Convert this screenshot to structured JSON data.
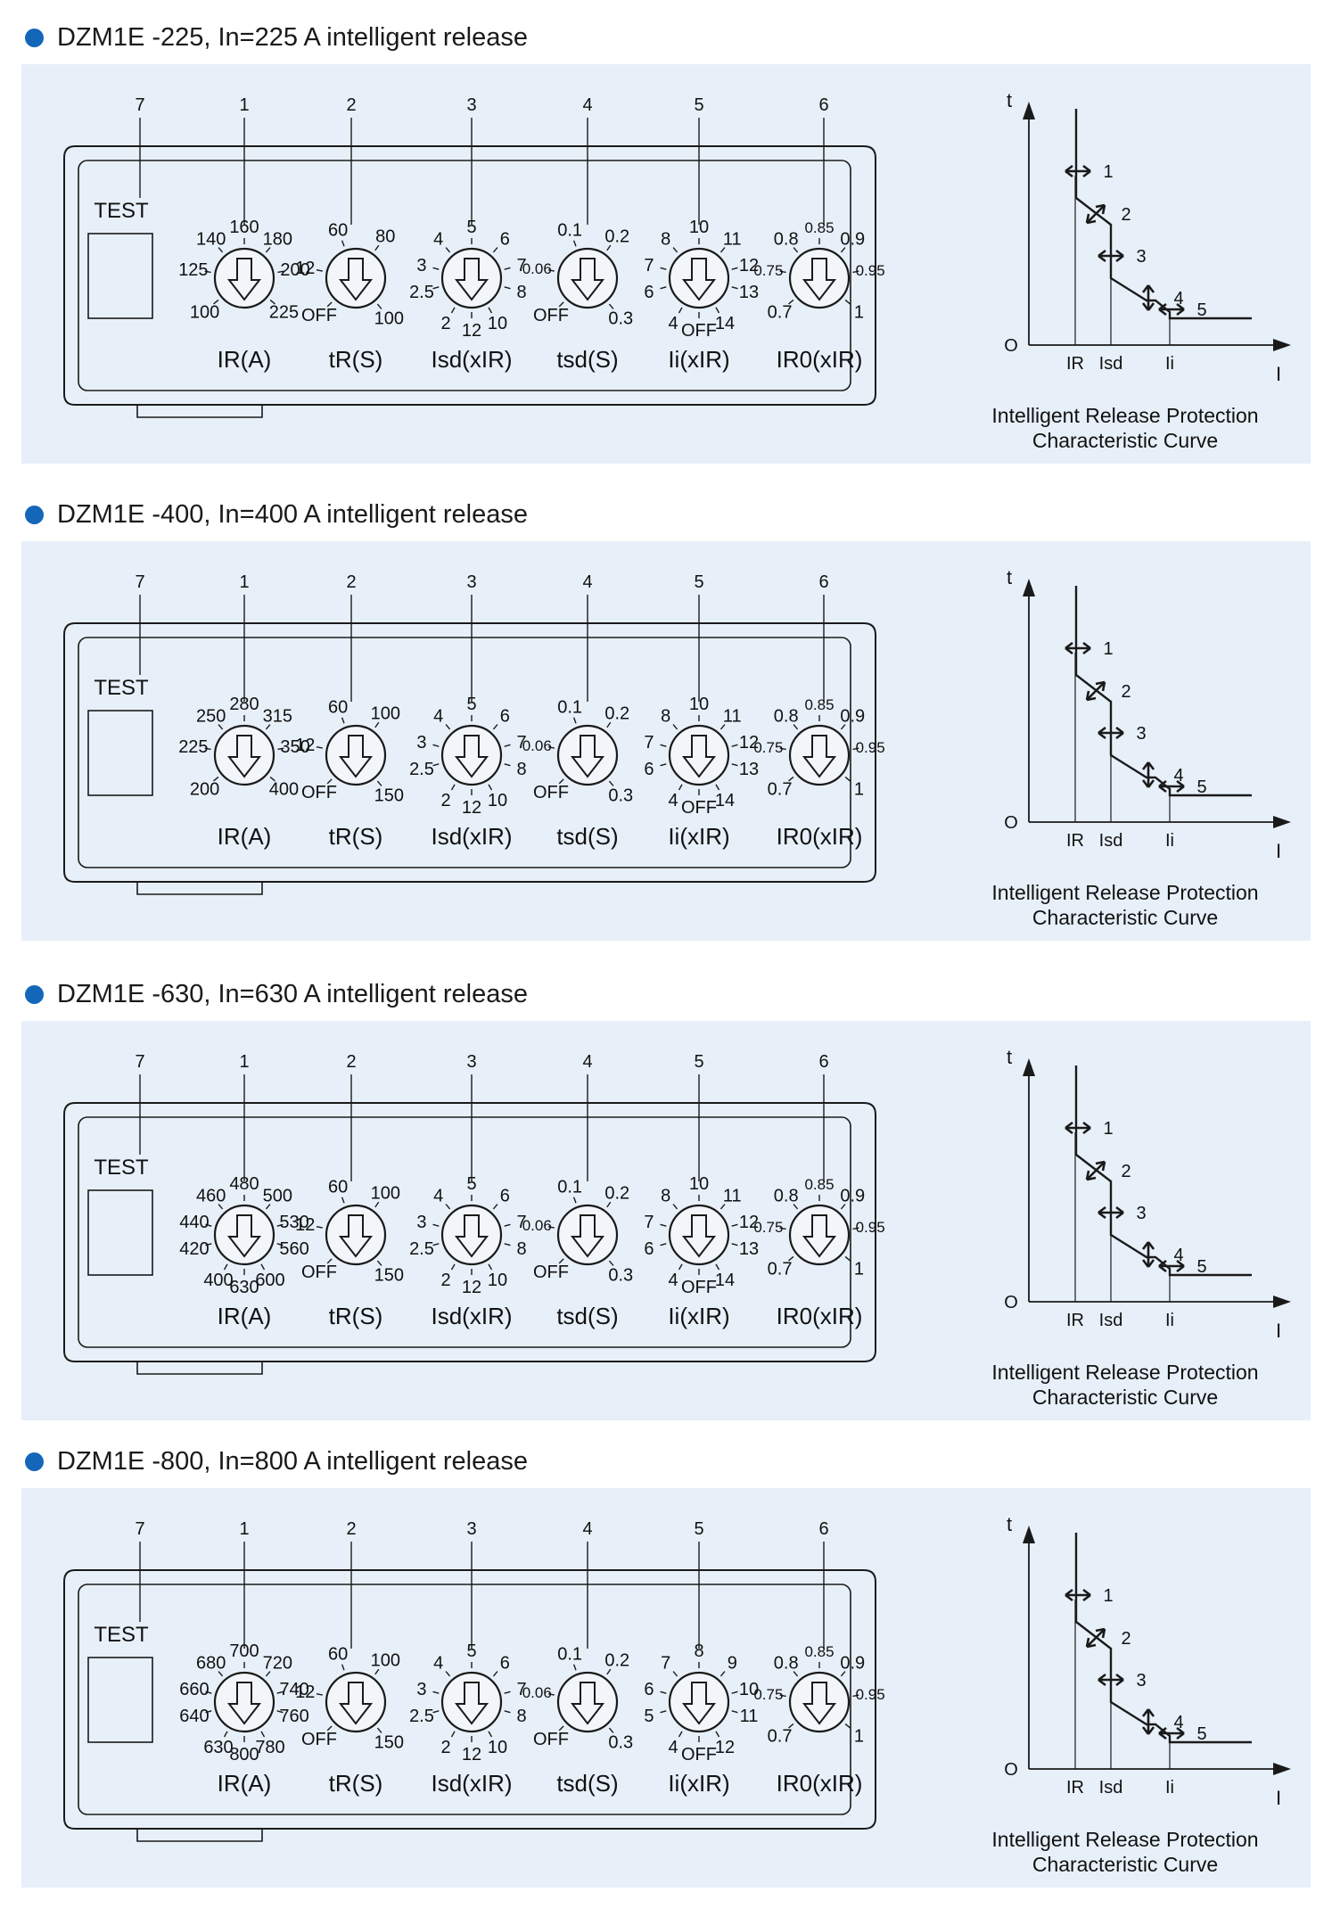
{
  "sections": [
    {
      "title": "DZM1E -225, In=225 A intelligent release",
      "callouts": [
        "7",
        "1",
        "2",
        "3",
        "4",
        "5",
        "6"
      ],
      "test_label": "TEST",
      "dials": [
        {
          "name": "IR(A)",
          "marks": [
            "160",
            "140",
            "180",
            "125",
            "200",
            "100",
            "225"
          ]
        },
        {
          "name": "tR(S)",
          "marks": [
            "60",
            "80",
            "12",
            "OFF",
            "100"
          ]
        },
        {
          "name": "Isd(xIR)",
          "marks": [
            "5",
            "4",
            "6",
            "3",
            "7",
            "2.5",
            "8",
            "2",
            "12",
            "10"
          ]
        },
        {
          "name": "tsd(S)",
          "marks": [
            "0.1",
            "0.2",
            "0.06",
            "OFF",
            "0.3"
          ]
        },
        {
          "name": "Ii(xIR)",
          "marks": [
            "10",
            "8",
            "11",
            "7",
            "12",
            "6",
            "13",
            "4",
            "OFF",
            "14"
          ]
        },
        {
          "name": "IR0(xIR)",
          "marks": [
            "0.85",
            "0.8",
            "0.9",
            "0.75",
            "0.95",
            "0.7",
            "1"
          ]
        }
      ],
      "curve": {
        "t_axis": "t",
        "i_axis": "I",
        "origin": "O",
        "x_marks": [
          "IR",
          "Isd",
          "Ii"
        ],
        "points": [
          "1",
          "2",
          "3",
          "4",
          "5"
        ],
        "caption_line1": "Intelligent Release Protection",
        "caption_line2": "Characteristic Curve"
      }
    },
    {
      "title": "DZM1E -400, In=400 A intelligent release",
      "callouts": [
        "7",
        "1",
        "2",
        "3",
        "4",
        "5",
        "6"
      ],
      "test_label": "TEST",
      "dials": [
        {
          "name": "IR(A)",
          "marks": [
            "280",
            "250",
            "315",
            "225",
            "350",
            "200",
            "400"
          ]
        },
        {
          "name": "tR(S)",
          "marks": [
            "60",
            "100",
            "12",
            "OFF",
            "150"
          ]
        },
        {
          "name": "Isd(xIR)",
          "marks": [
            "5",
            "4",
            "6",
            "3",
            "7",
            "2.5",
            "8",
            "2",
            "12",
            "10"
          ]
        },
        {
          "name": "tsd(S)",
          "marks": [
            "0.1",
            "0.2",
            "0.06",
            "OFF",
            "0.3"
          ]
        },
        {
          "name": "Ii(xIR)",
          "marks": [
            "10",
            "8",
            "11",
            "7",
            "12",
            "6",
            "13",
            "4",
            "OFF",
            "14"
          ]
        },
        {
          "name": "IR0(xIR)",
          "marks": [
            "0.85",
            "0.8",
            "0.9",
            "0.75",
            "0.95",
            "0.7",
            "1"
          ]
        }
      ],
      "curve": {
        "t_axis": "t",
        "i_axis": "I",
        "origin": "O",
        "x_marks": [
          "IR",
          "Isd",
          "Ii"
        ],
        "points": [
          "1",
          "2",
          "3",
          "4",
          "5"
        ],
        "caption_line1": "Intelligent Release Protection",
        "caption_line2": "Characteristic Curve"
      }
    },
    {
      "title": "DZM1E -630, In=630 A intelligent release",
      "callouts": [
        "7",
        "1",
        "2",
        "3",
        "4",
        "5",
        "6"
      ],
      "test_label": "TEST",
      "dials": [
        {
          "name": "IR(A)",
          "marks": [
            "480",
            "460",
            "500",
            "440",
            "530",
            "420",
            "560",
            "400",
            "630",
            "600"
          ]
        },
        {
          "name": "tR(S)",
          "marks": [
            "60",
            "100",
            "12",
            "OFF",
            "150"
          ]
        },
        {
          "name": "Isd(xIR)",
          "marks": [
            "5",
            "4",
            "6",
            "3",
            "7",
            "2.5",
            "8",
            "2",
            "12",
            "10"
          ]
        },
        {
          "name": "tsd(S)",
          "marks": [
            "0.1",
            "0.2",
            "0.06",
            "OFF",
            "0.3"
          ]
        },
        {
          "name": "Ii(xIR)",
          "marks": [
            "10",
            "8",
            "11",
            "7",
            "12",
            "6",
            "13",
            "4",
            "OFF",
            "14"
          ]
        },
        {
          "name": "IR0(xIR)",
          "marks": [
            "0.85",
            "0.8",
            "0.9",
            "0.75",
            "0.95",
            "0.7",
            "1"
          ]
        }
      ],
      "curve": {
        "t_axis": "t",
        "i_axis": "I",
        "origin": "O",
        "x_marks": [
          "IR",
          "Isd",
          "Ii"
        ],
        "points": [
          "1",
          "2",
          "3",
          "4",
          "5"
        ],
        "caption_line1": "Intelligent Release Protection",
        "caption_line2": "Characteristic Curve"
      }
    },
    {
      "title": "DZM1E -800, In=800 A intelligent release",
      "callouts": [
        "7",
        "1",
        "2",
        "3",
        "4",
        "5",
        "6"
      ],
      "test_label": "TEST",
      "dials": [
        {
          "name": "IR(A)",
          "marks": [
            "700",
            "680",
            "720",
            "660",
            "740",
            "640",
            "760",
            "630",
            "800",
            "780"
          ]
        },
        {
          "name": "tR(S)",
          "marks": [
            "60",
            "100",
            "12",
            "OFF",
            "150"
          ]
        },
        {
          "name": "Isd(xIR)",
          "marks": [
            "5",
            "4",
            "6",
            "3",
            "7",
            "2.5",
            "8",
            "2",
            "12",
            "10"
          ]
        },
        {
          "name": "tsd(S)",
          "marks": [
            "0.1",
            "0.2",
            "0.06",
            "OFF",
            "0.3"
          ]
        },
        {
          "name": "Ii(xIR)",
          "marks": [
            "8",
            "7",
            "9",
            "6",
            "10",
            "5",
            "11",
            "4",
            "OFF",
            "12"
          ]
        },
        {
          "name": "IR0(xIR)",
          "marks": [
            "0.85",
            "0.8",
            "0.9",
            "0.75",
            "0.95",
            "0.7",
            "1"
          ]
        }
      ],
      "curve": {
        "t_axis": "t",
        "i_axis": "I",
        "origin": "O",
        "x_marks": [
          "IR",
          "Isd",
          "Ii"
        ],
        "points": [
          "1",
          "2",
          "3",
          "4",
          "5"
        ],
        "caption_line1": "Intelligent Release Protection",
        "caption_line2": "Characteristic Curve"
      }
    }
  ],
  "colors": {
    "bullet": "#1467b8",
    "panel": "#e7f0f9",
    "line": "#1a1a1a"
  }
}
